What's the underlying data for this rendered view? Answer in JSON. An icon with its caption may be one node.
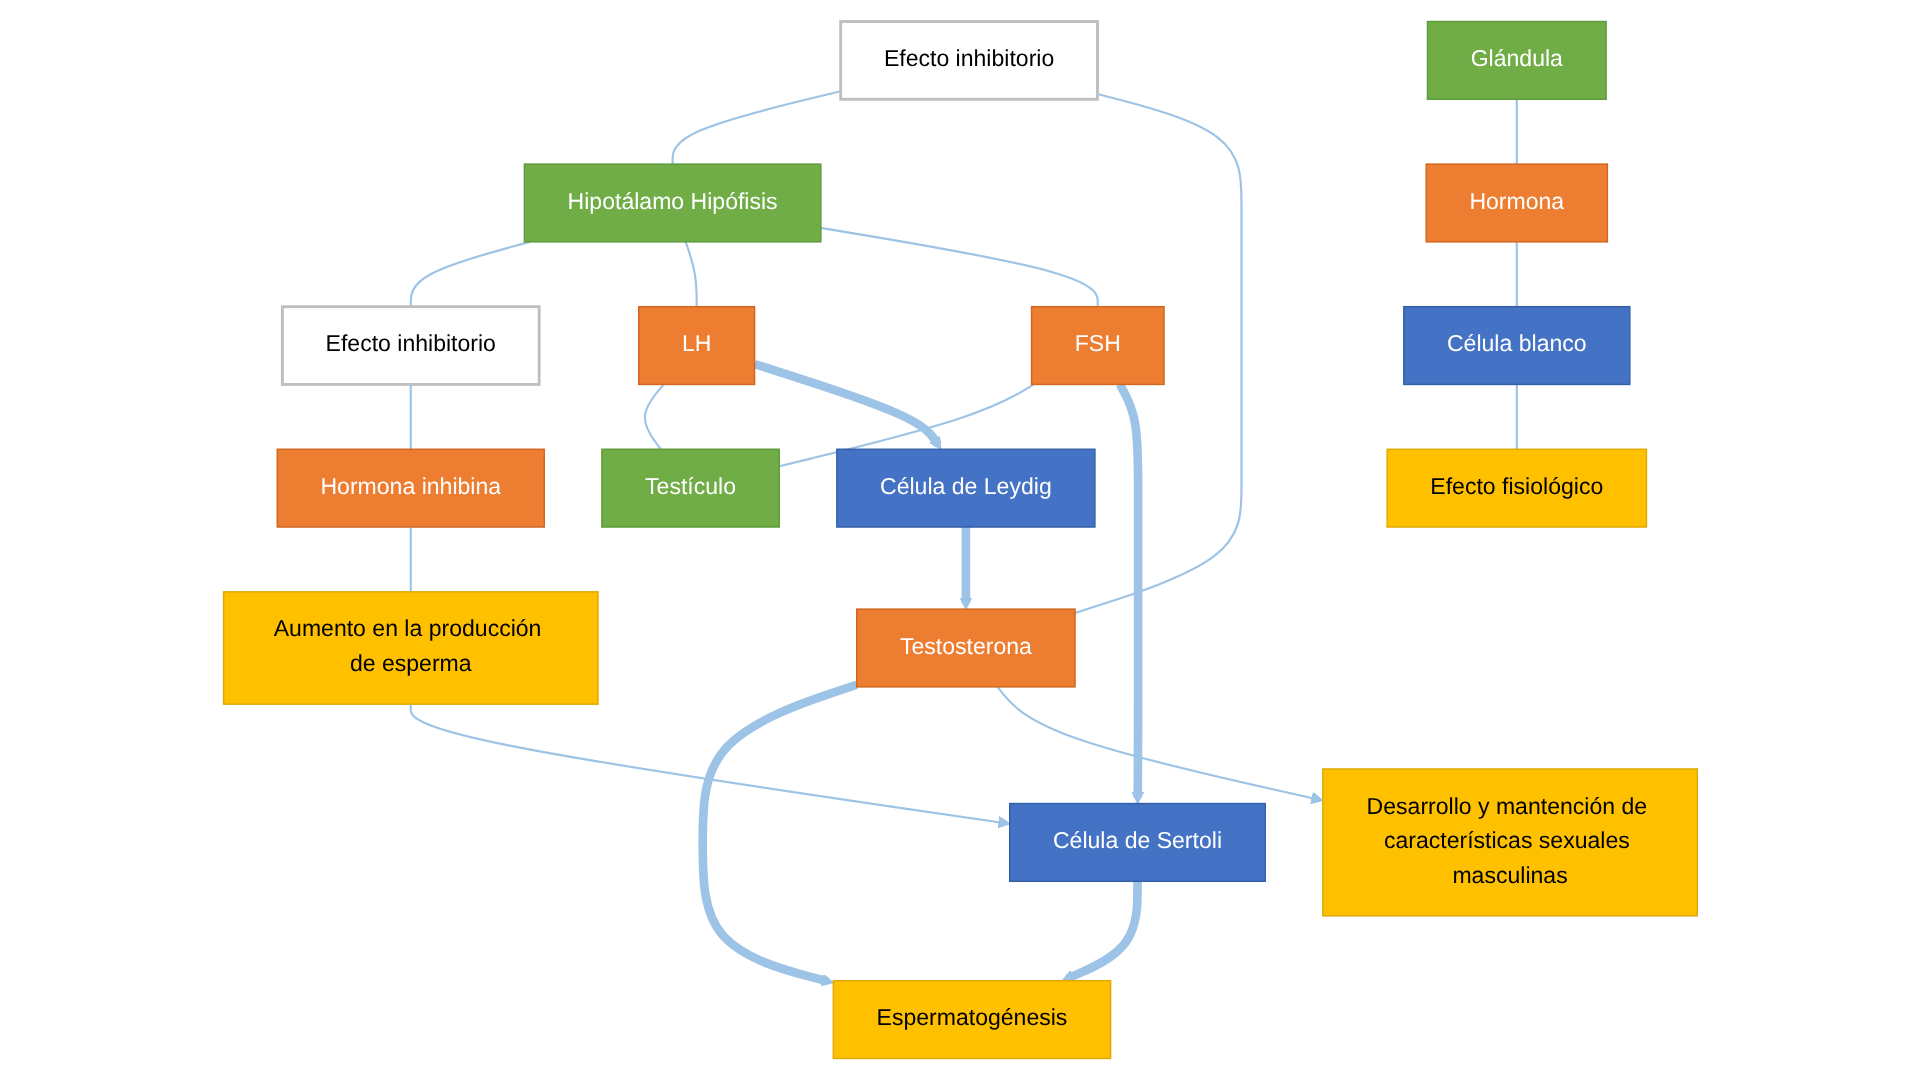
{
  "diagram": {
    "nodes": [
      {
        "text": [
          "Efecto inhibitorio"
        ]
      },
      {
        "text": [
          "Hipotálamo Hipófisis"
        ]
      },
      {
        "text": [
          "Efecto inhibitorio"
        ]
      },
      {
        "text": [
          "Glándula"
        ]
      },
      {
        "text": [
          "LH"
        ]
      },
      {
        "text": [
          "FSH"
        ]
      },
      {
        "text": [
          "Hormona inhibina"
        ]
      },
      {
        "text": [
          "Hormona"
        ]
      },
      {
        "text": [
          "Testículo"
        ]
      },
      {
        "text": [
          "Célula de Leydig"
        ]
      },
      {
        "text": [
          "Célula de Sertoli"
        ]
      },
      {
        "text": [
          "Aumento en la producción de esperma"
        ]
      },
      {
        "text": [
          "Célula blanco"
        ]
      },
      {
        "text": [
          "Testosterona"
        ]
      },
      {
        "text": [
          "Espermatogénesis"
        ]
      },
      {
        "text": [
          "Efecto fisiológico"
        ]
      },
      {
        "text": [
          "Desarrollo y mantención de características sexuales masculinas"
        ]
      }
    ],
    "edges": [
      {
        "from": 0,
        "to": 1,
        "arrow": "none"
      },
      {
        "from": 1,
        "to": 2,
        "arrow": "none"
      },
      {
        "from": 1,
        "to": 4,
        "arrow": "none"
      },
      {
        "from": 1,
        "to": 5,
        "arrow": "none"
      },
      {
        "from": 4,
        "to": 8,
        "arrow": "none"
      },
      {
        "from": 5,
        "to": 8,
        "arrow": "none"
      },
      {
        "from": 4,
        "to": 9,
        "arrow": "to",
        "style": "thick"
      },
      {
        "from": 5,
        "to": 10,
        "arrow": "to",
        "style": "thick"
      },
      {
        "from": 2,
        "to": 6,
        "arrow": "none"
      },
      {
        "from": 6,
        "to": 11,
        "arrow": "none"
      },
      {
        "from": 11,
        "to": 10,
        "arrow": "to"
      },
      {
        "from": 9,
        "to": 13,
        "arrow": "to",
        "style": "thick"
      },
      {
        "from": 10,
        "to": 14,
        "arrow": "to",
        "style": "thick"
      },
      {
        "from": 13,
        "to": 14,
        "arrow": "to",
        "style": "thick"
      },
      {
        "from": 13,
        "to": 16,
        "arrow": "to"
      },
      {
        "from": 0,
        "to": 13,
        "arrow": "none"
      },
      {
        "from": 3,
        "to": 7,
        "arrow": "none"
      },
      {
        "from": 7,
        "to": 12,
        "arrow": "none"
      },
      {
        "from": 12,
        "to": 15,
        "arrow": "none"
      }
    ]
  }
}
